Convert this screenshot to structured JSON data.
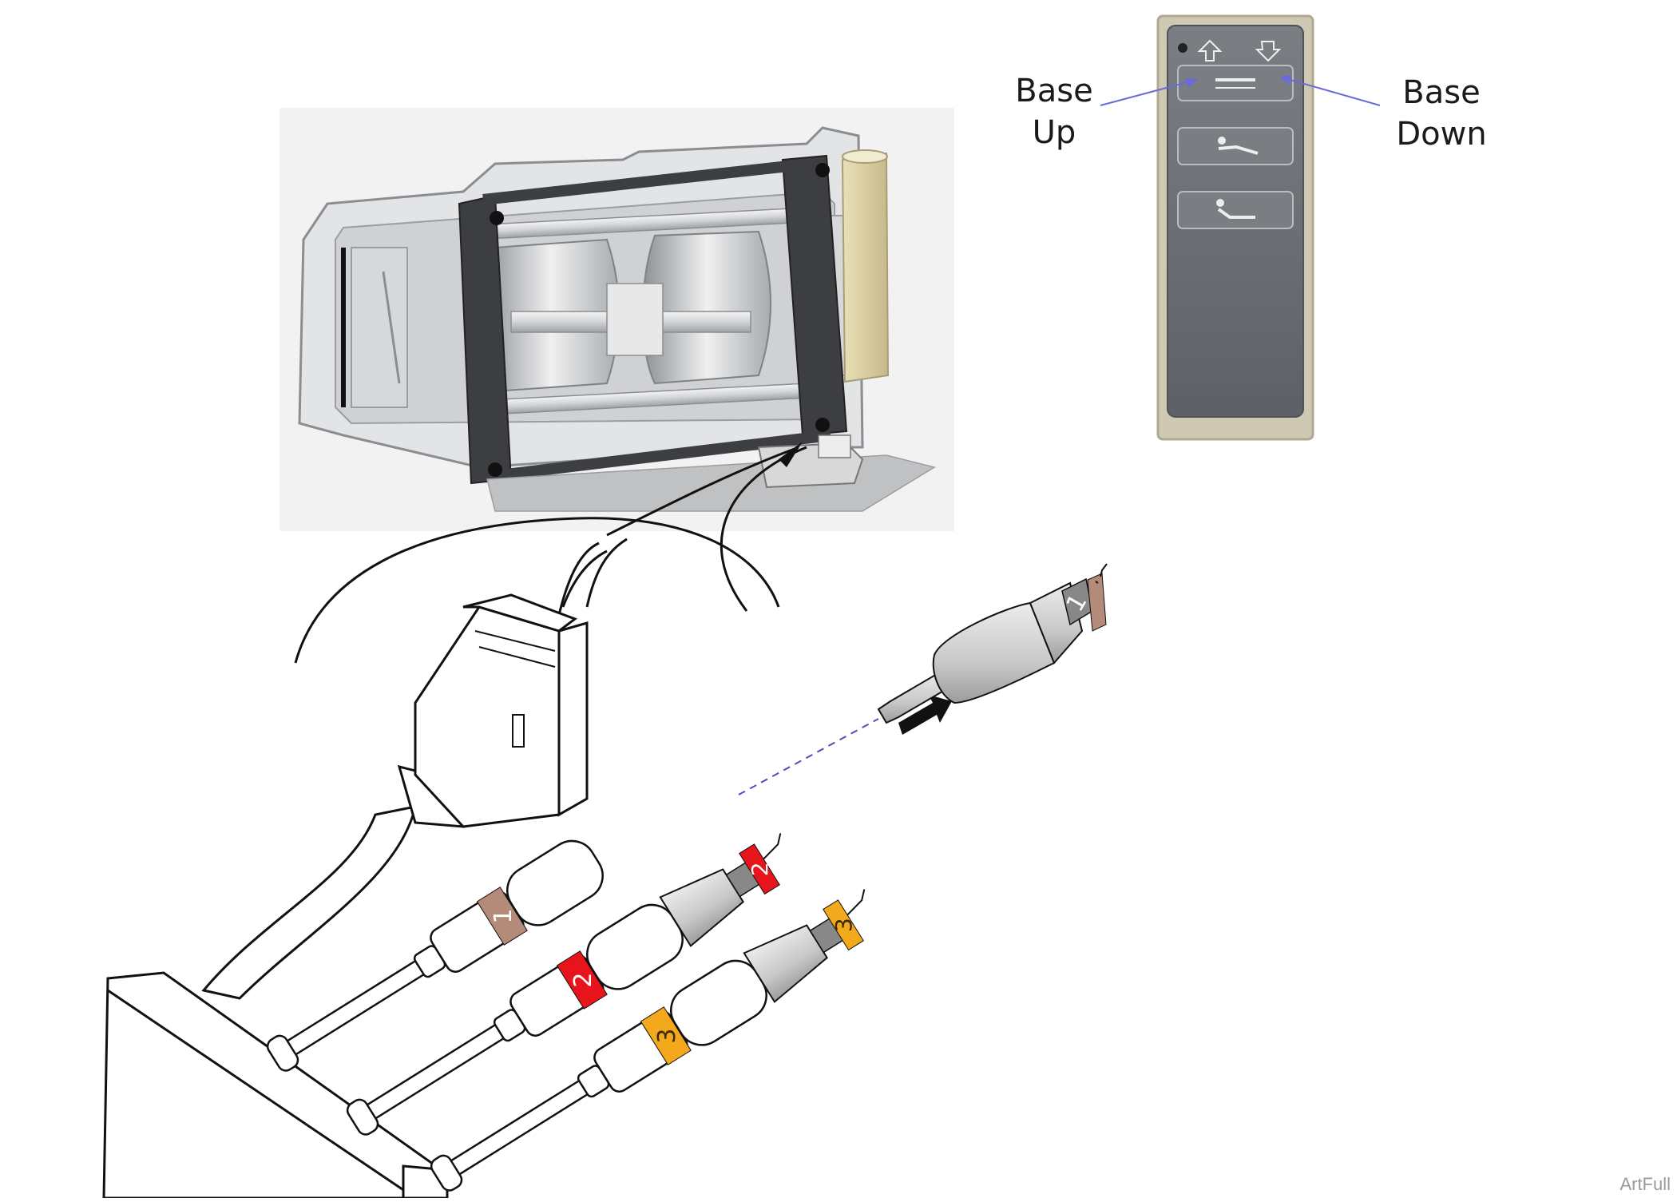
{
  "callouts": {
    "base_up": {
      "line1": "Base",
      "line2": "Up"
    },
    "base_down": {
      "line1": "Base",
      "line2": "Down"
    }
  },
  "connectors": [
    {
      "number": "1",
      "band_color": "#b48a78"
    },
    {
      "number": "2",
      "band_color": "#e8141c"
    },
    {
      "number": "3",
      "band_color": "#f4a91c"
    }
  ],
  "pendant_buttons": [
    "base-up-down-button",
    "back-section-button",
    "leg-section-button"
  ],
  "pendant_indicator_icons": [
    "arrow-up-icon",
    "arrow-down-icon"
  ],
  "watermark": "ArtFull",
  "colors": {
    "callout_line": "#6a6ad8",
    "pendant_body": "#6e7276",
    "pendant_frame": "#c9c2b0"
  }
}
